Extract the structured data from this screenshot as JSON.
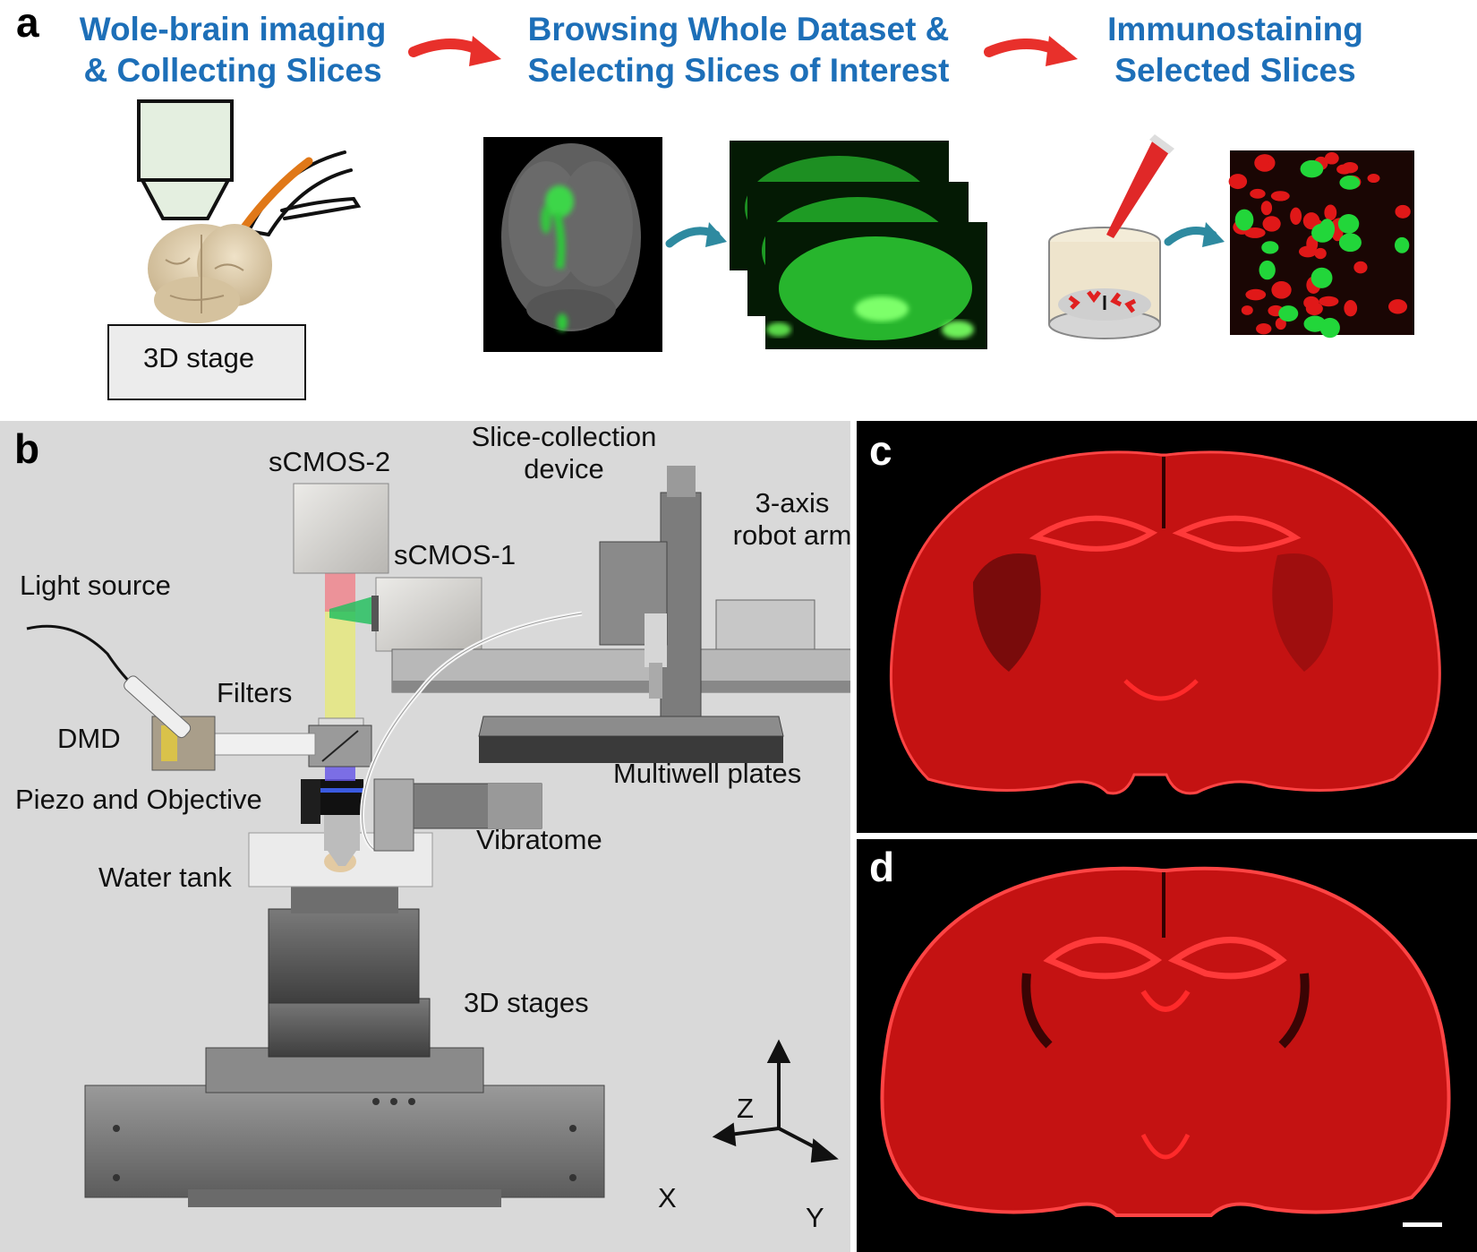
{
  "panels": {
    "a": {
      "letter": "a",
      "steps": [
        {
          "line1": "Wole-brain imaging",
          "line2": "& Collecting Slices"
        },
        {
          "line1": "Browsing Whole Dataset &",
          "line2": "Selecting Slices of Interest"
        },
        {
          "line1": "Immunostaining",
          "line2": "Selected Slices"
        }
      ],
      "stage_label": "3D stage"
    },
    "b": {
      "letter": "b",
      "labels": {
        "sc2": "sCMOS-2",
        "slice_l1": "Slice-collection",
        "slice_l2": "device",
        "robot_l1": "3-axis",
        "robot_l2": "robot arm",
        "sc1": "sCMOS-1",
        "light": "Light source",
        "filters": "Filters",
        "dmd": "DMD",
        "multiwell": "Multiwell plates",
        "piezo": "Piezo and Objective",
        "vibratome": "Vibratome",
        "water": "Water tank",
        "stages": "3D stages",
        "axis_z": "Z",
        "axis_x": "X",
        "axis_y": "Y"
      }
    },
    "c": {
      "letter": "c"
    },
    "d": {
      "letter": "d"
    }
  },
  "colors": {
    "title_blue": "#1d6fb8",
    "arrow_red": "#e8302b",
    "arrow_teal": "#2e8aa0",
    "fluor_green": "#22d63a",
    "fluor_red": "#e01818",
    "panel_gray": "#d9d9d9"
  }
}
